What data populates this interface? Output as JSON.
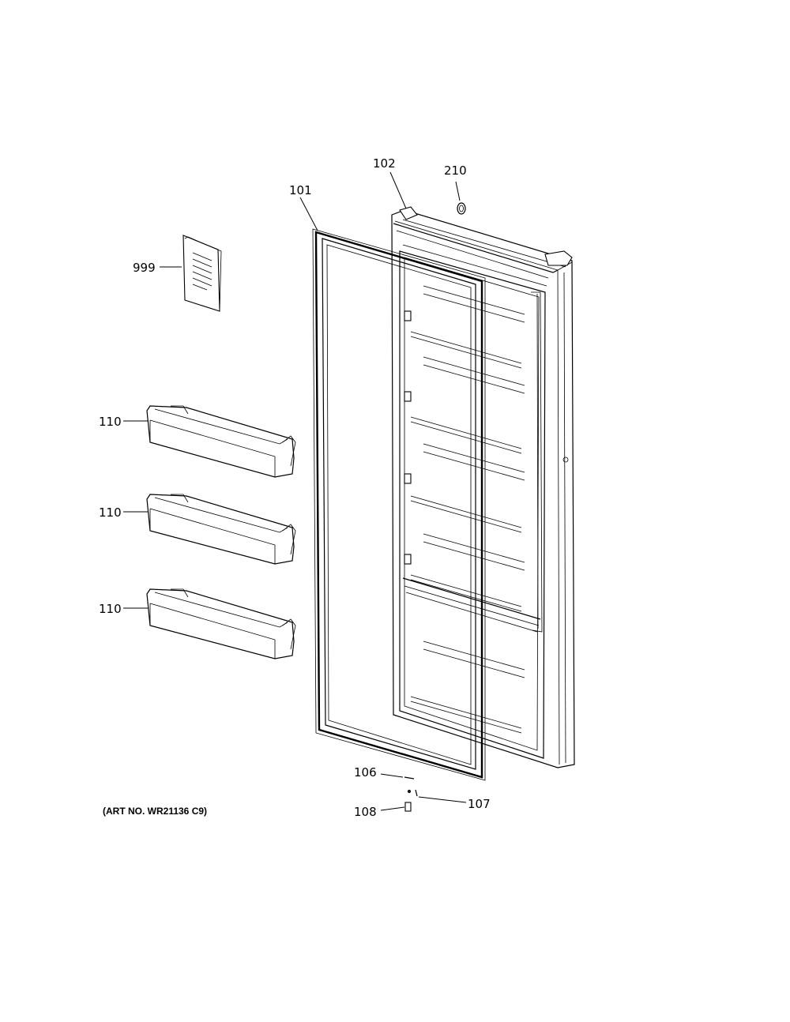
{
  "callouts": {
    "c102": "102",
    "c210": "210",
    "c101": "101",
    "c999": "999",
    "c110a": "110",
    "c110b": "110",
    "c110c": "110",
    "c106": "106",
    "c107": "107",
    "c108": "108"
  },
  "art_number": "(ART NO. WR21136 C9)"
}
